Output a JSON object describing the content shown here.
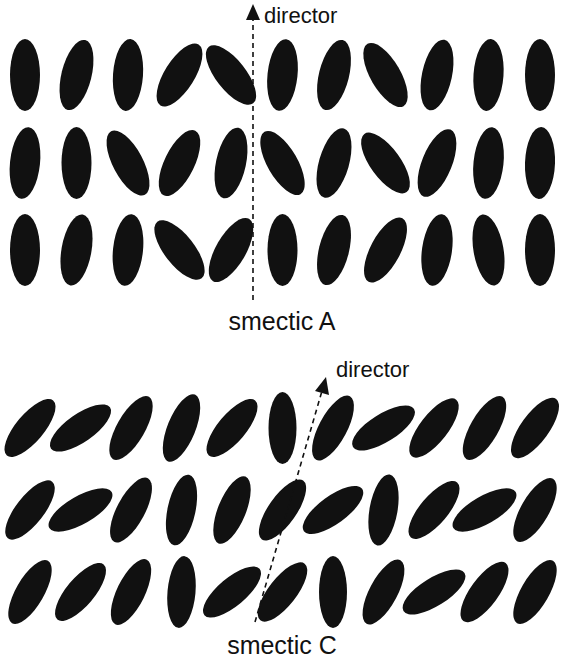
{
  "diagram": {
    "labels": [
      "director",
      "smectic A",
      "director",
      "smectic C"
    ]
  }
}
